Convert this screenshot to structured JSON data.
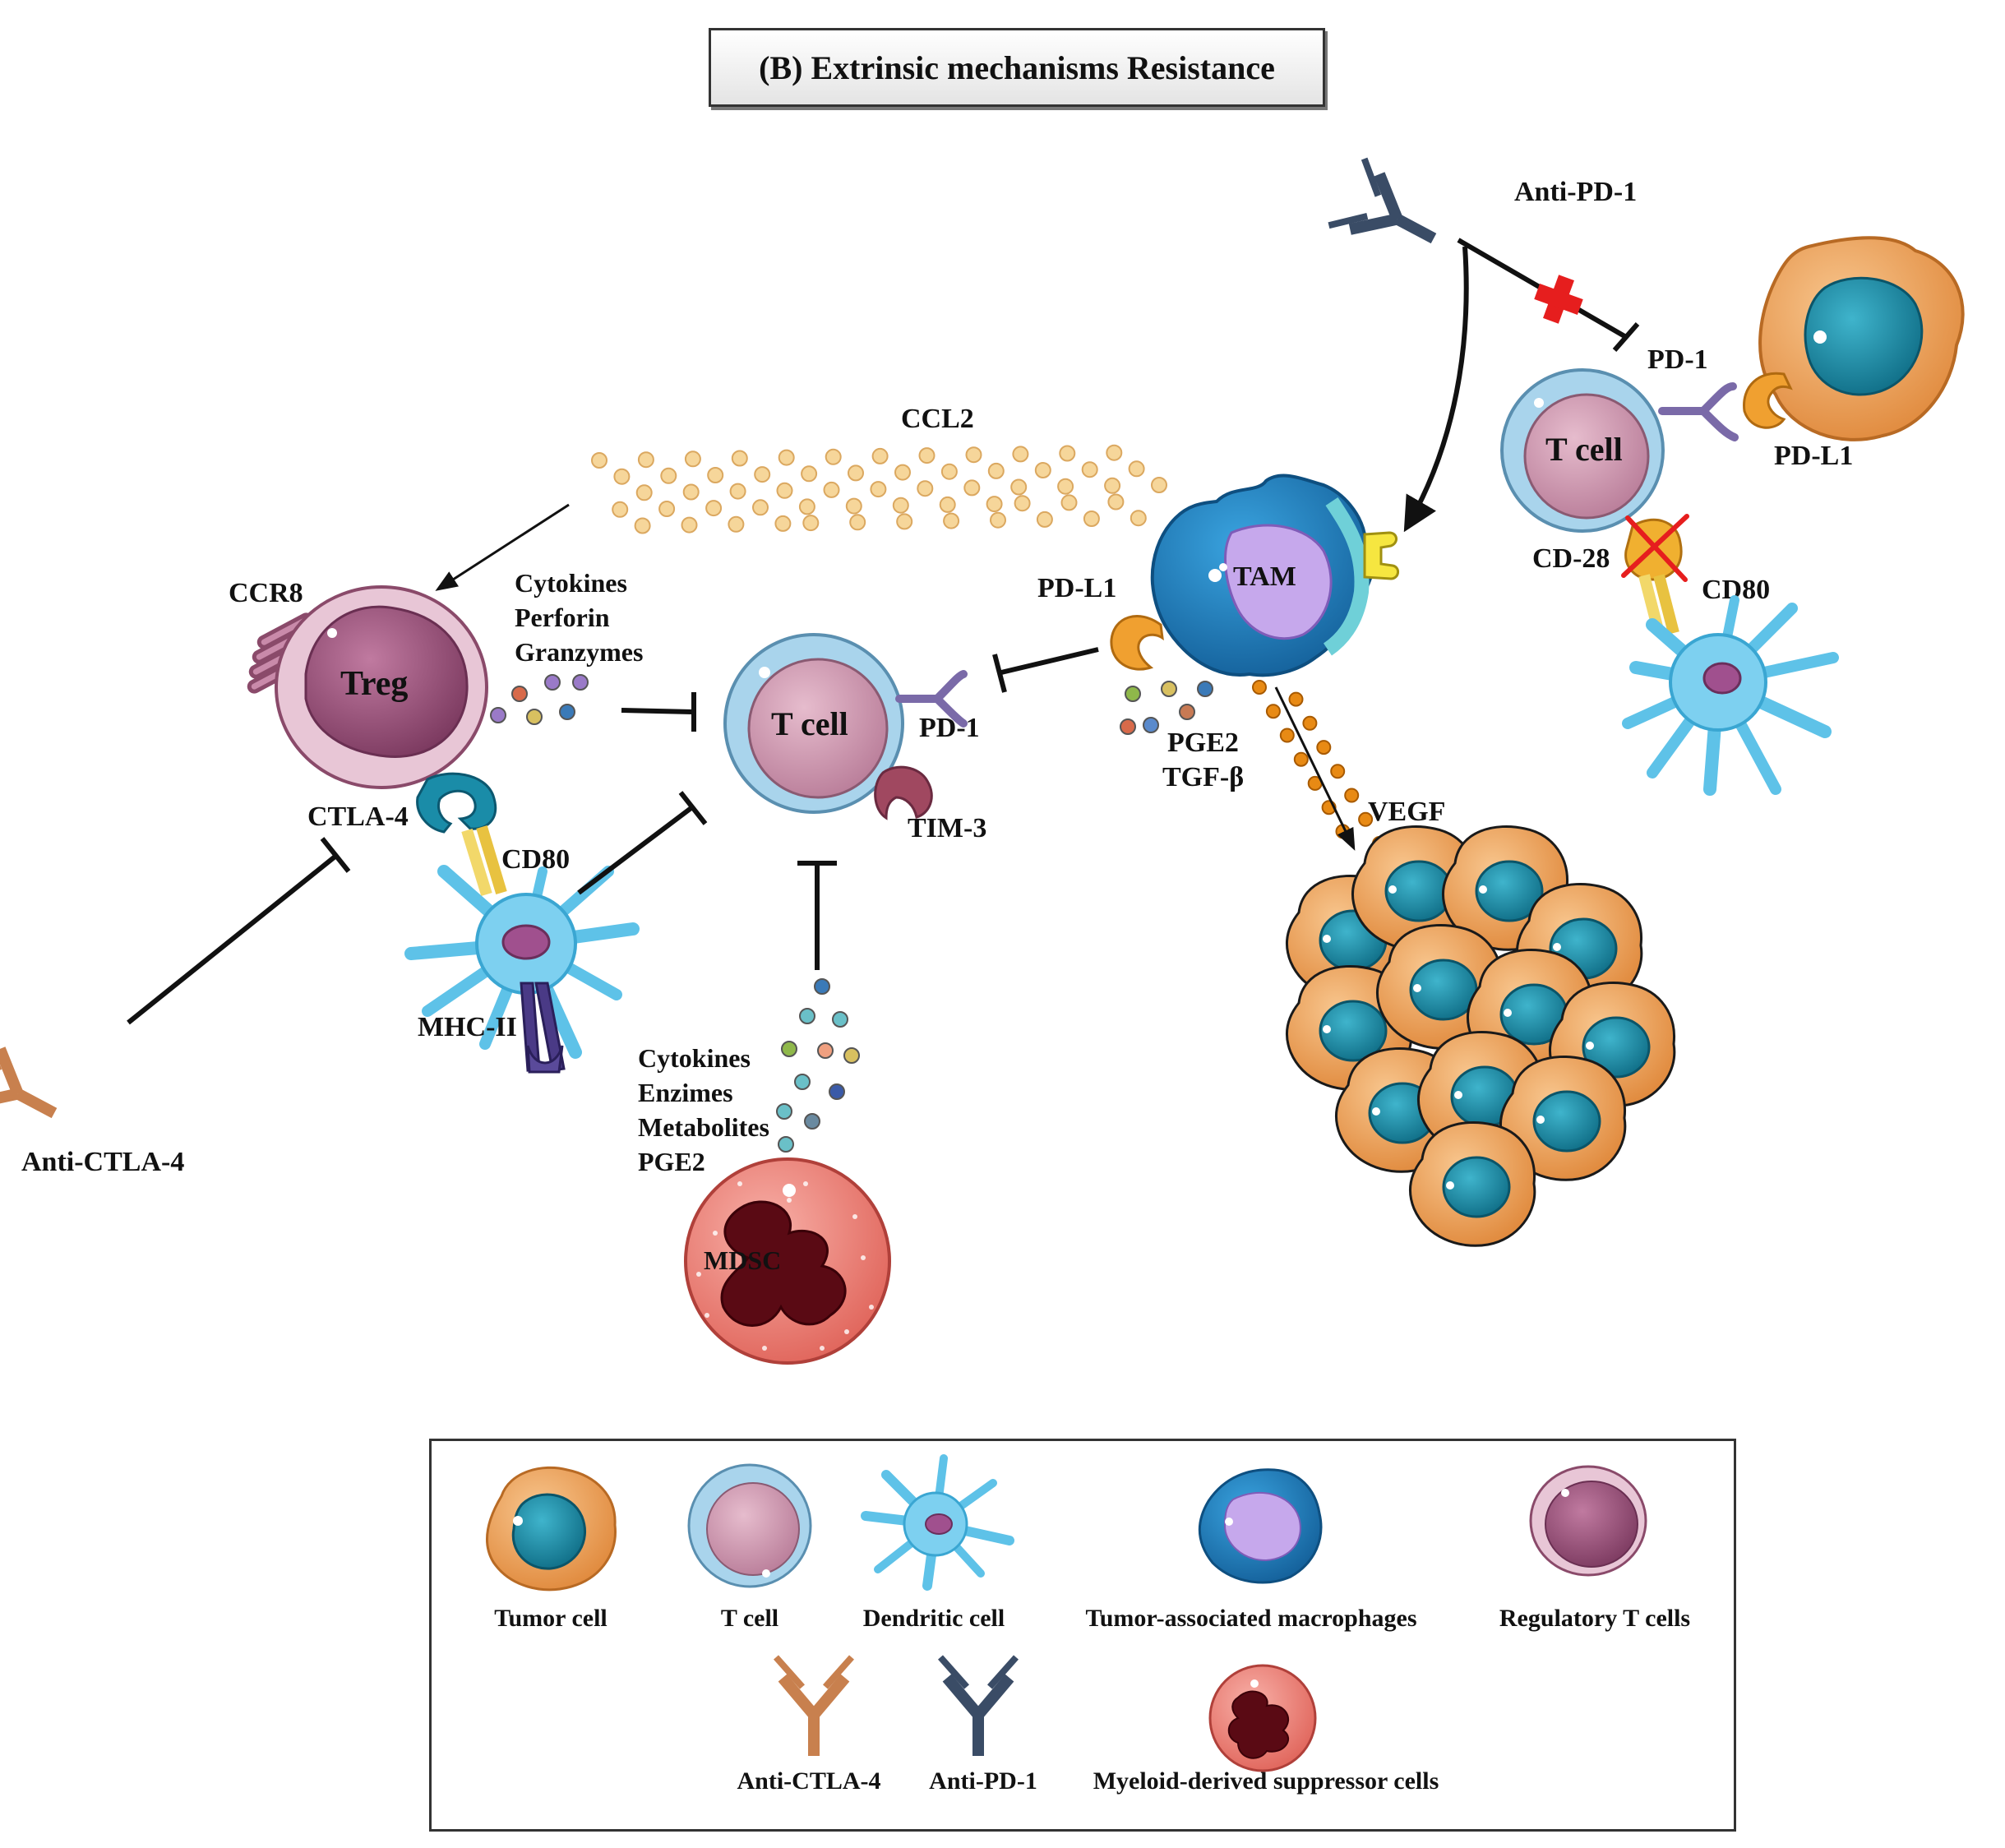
{
  "title": "(B) Extrinsic mechanisms Resistance",
  "labels": {
    "anti_pd1": "Anti-PD-1",
    "pd1_right": "PD-1",
    "pdl1_right": "PD-L1",
    "tcell_right": "T cell",
    "cd28": "CD-28",
    "cd80_right": "CD80",
    "ccl2": "CCL2",
    "tam": "TAM",
    "pdl1_tam": "PD-L1",
    "pge2_tam": "PGE2",
    "tgfb": "TGF-β",
    "vegf": "VEGF",
    "ccr8": "CCR8",
    "treg": "Treg",
    "cytokines_treg": "Cytokines",
    "perforin": "Perforin",
    "granzymes": "Granzymes",
    "tcell_center": "T cell",
    "pd1_center": "PD-1",
    "tim3": "TIM-3",
    "ctla4": "CTLA-4",
    "cd80_left": "CD80",
    "mhc2": "MHC-II",
    "anti_ctla4": "Anti-CTLA-4",
    "cytokines_mdsc": "Cytokines",
    "enzimes": "Enzimes",
    "metabolites": "Metabolites",
    "pge2_mdsc": "PGE2",
    "mdsc": "MDSC"
  },
  "legend": {
    "tumor_cell": "Tumor cell",
    "t_cell": "T cell",
    "dendritic_cell": "Dendritic cell",
    "tam": "Tumor-associated macrophages",
    "treg": "Regulatory T cells",
    "anti_ctla4": "Anti-CTLA-4",
    "anti_pd1": "Anti-PD-1",
    "mdsc": "Myeloid-derived suppressor cells"
  },
  "colors": {
    "tumor_orange": "#f0a35a",
    "tumor_nucleus": "#1c8fa8",
    "tcell_outer": "#a9d4ec",
    "tcell_inner": "#d6a0b8",
    "dendritic": "#5ec2e8",
    "tam_blue": "#1f86c8",
    "tam_nucleus": "#c6a8ec",
    "treg": "#a85a86",
    "mdsc": "#f0857a",
    "anti_ctla4": "#c8804e",
    "anti_pd1": "#3a4c66",
    "ccl2_dots": "#f6d69a",
    "vegf_dots": "#e88a14",
    "red_cross": "#e61e1e"
  }
}
